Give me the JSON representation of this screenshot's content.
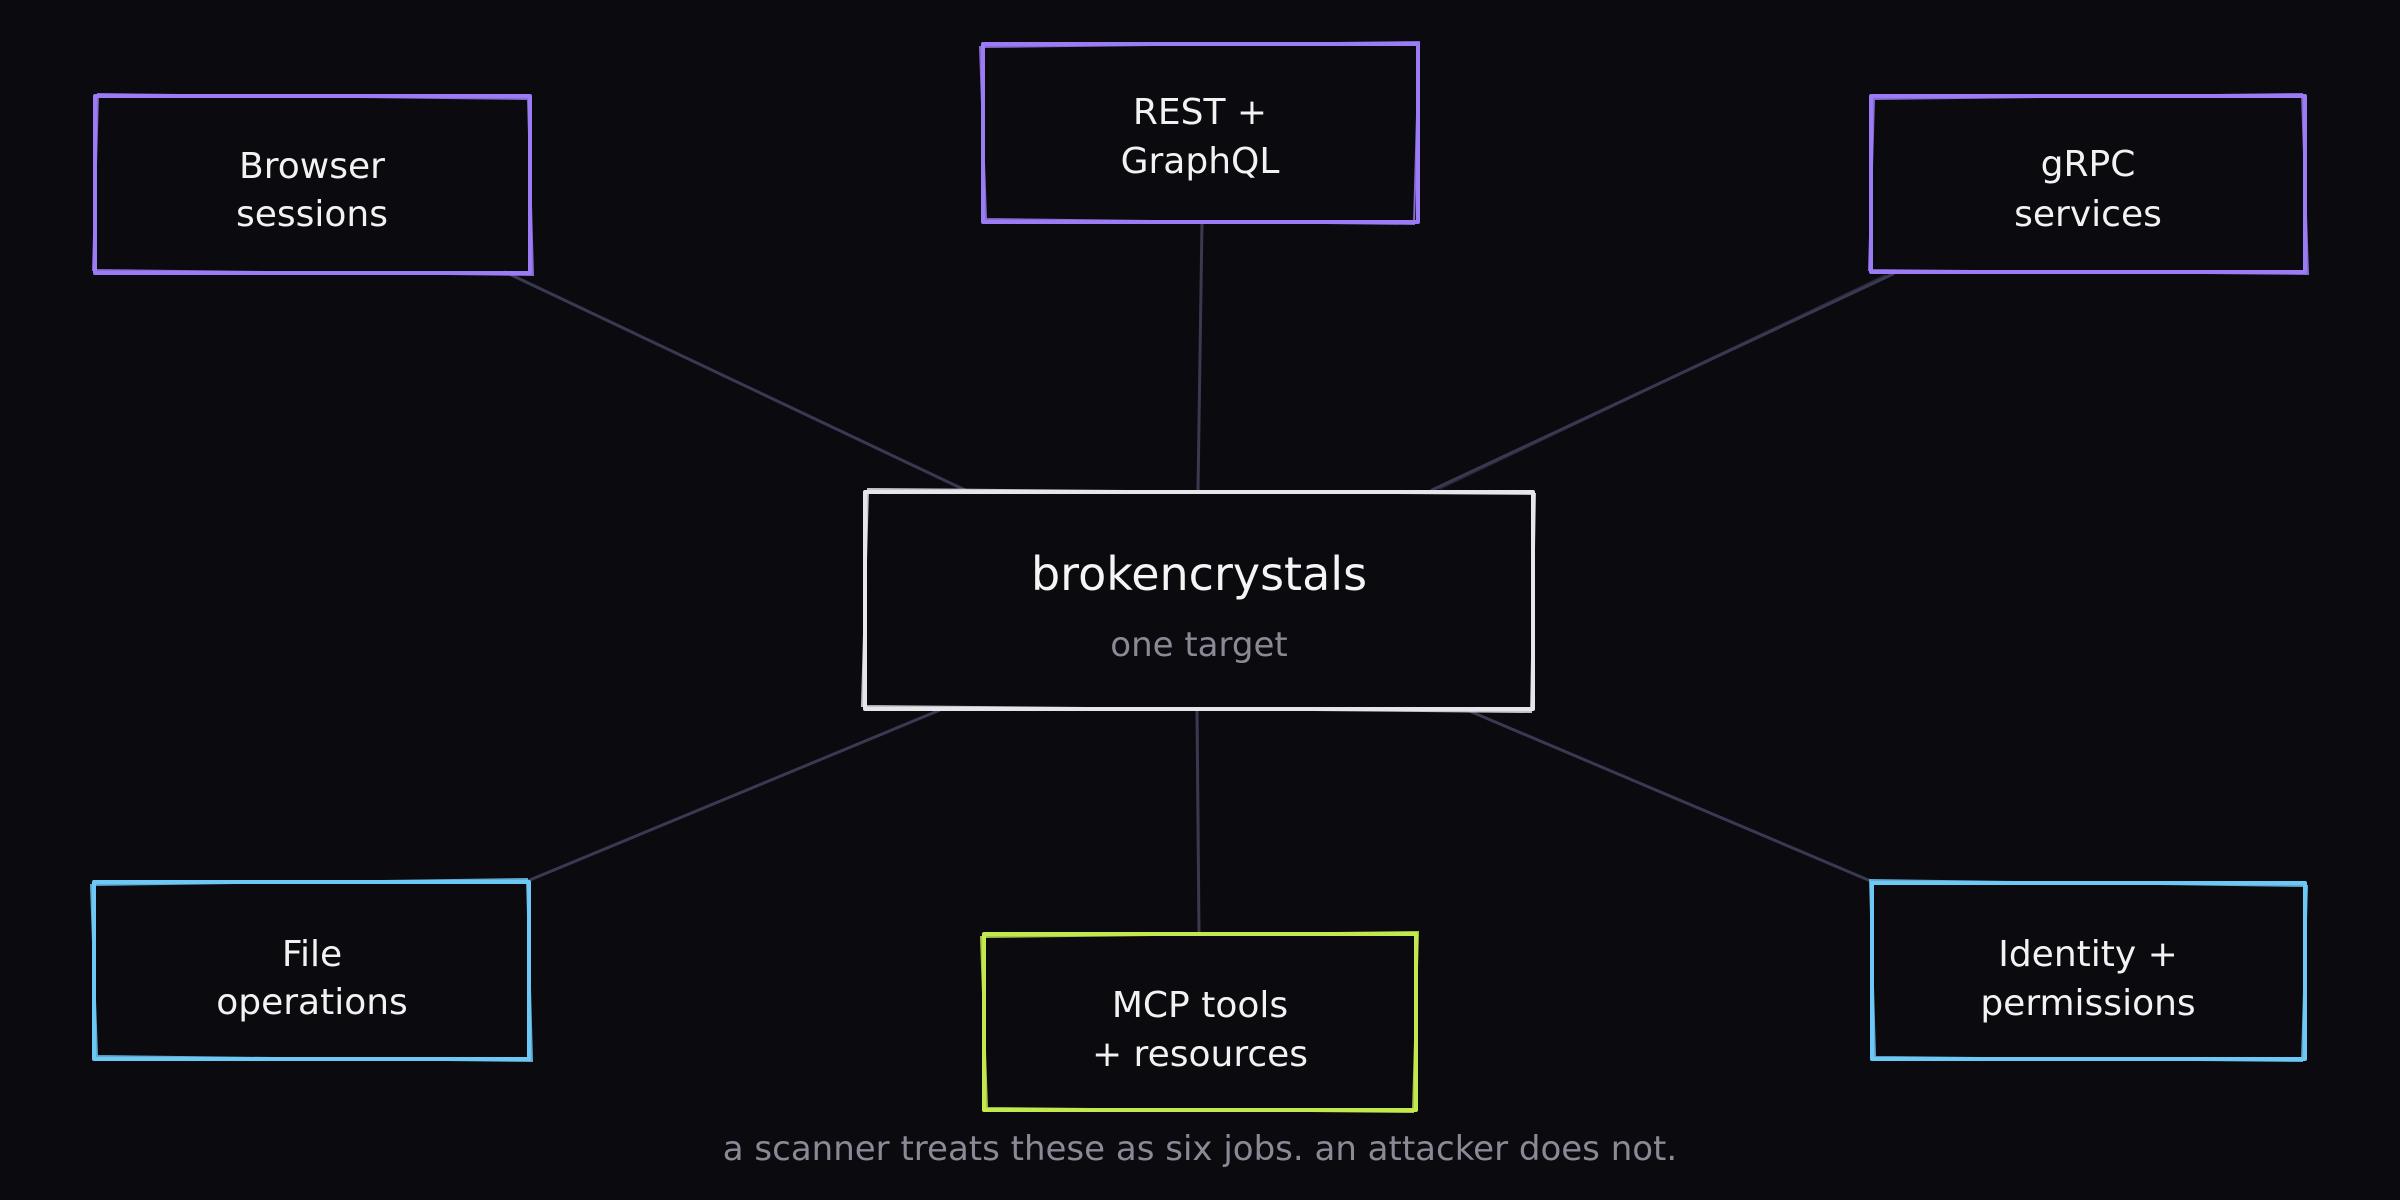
{
  "colors": {
    "background": "#0a0a0f",
    "connector": "#3b3952",
    "center_border": "#e6e6ea",
    "purple": "#9b7cf4",
    "blue": "#6ec8f5",
    "green": "#c3e94f",
    "muted_text": "#8a8a96"
  },
  "center": {
    "title": "brokencrystals",
    "subtitle": "one target"
  },
  "nodes": {
    "browser": {
      "line1": "Browser",
      "line2": "sessions",
      "color": "purple"
    },
    "rest": {
      "line1": "REST +",
      "line2": "GraphQL",
      "color": "purple"
    },
    "grpc": {
      "line1": "gRPC",
      "line2": "services",
      "color": "purple"
    },
    "file": {
      "line1": "File",
      "line2": "operations",
      "color": "blue"
    },
    "mcp": {
      "line1": "MCP tools",
      "line2": "+ resources",
      "color": "green"
    },
    "identity": {
      "line1": "Identity +",
      "line2": "permissions",
      "color": "blue"
    }
  },
  "caption": "a scanner treats these as six jobs. an attacker does not."
}
